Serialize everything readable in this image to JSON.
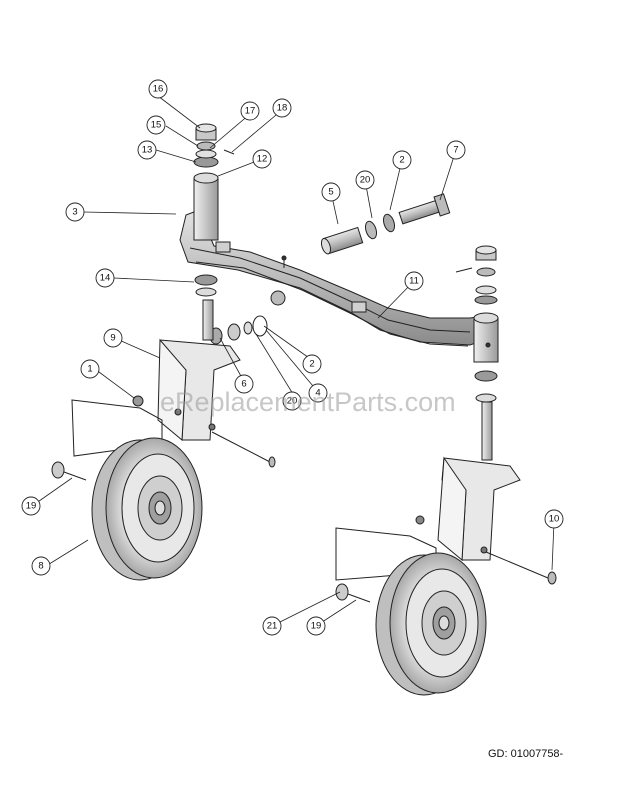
{
  "watermark": "eReplacementParts.com",
  "document_id": "GD: 01007758-",
  "callouts": [
    {
      "label": "1"
    },
    {
      "label": "2"
    },
    {
      "label": "2"
    },
    {
      "label": "3"
    },
    {
      "label": "4"
    },
    {
      "label": "5"
    },
    {
      "label": "6"
    },
    {
      "label": "7"
    },
    {
      "label": "8"
    },
    {
      "label": "9"
    },
    {
      "label": "10"
    },
    {
      "label": "11"
    },
    {
      "label": "12"
    },
    {
      "label": "13"
    },
    {
      "label": "14"
    },
    {
      "label": "15"
    },
    {
      "label": "16"
    },
    {
      "label": "17"
    },
    {
      "label": "18"
    },
    {
      "label": "19"
    },
    {
      "label": "19"
    },
    {
      "label": "20"
    },
    {
      "label": "20"
    },
    {
      "label": "21"
    }
  ]
}
